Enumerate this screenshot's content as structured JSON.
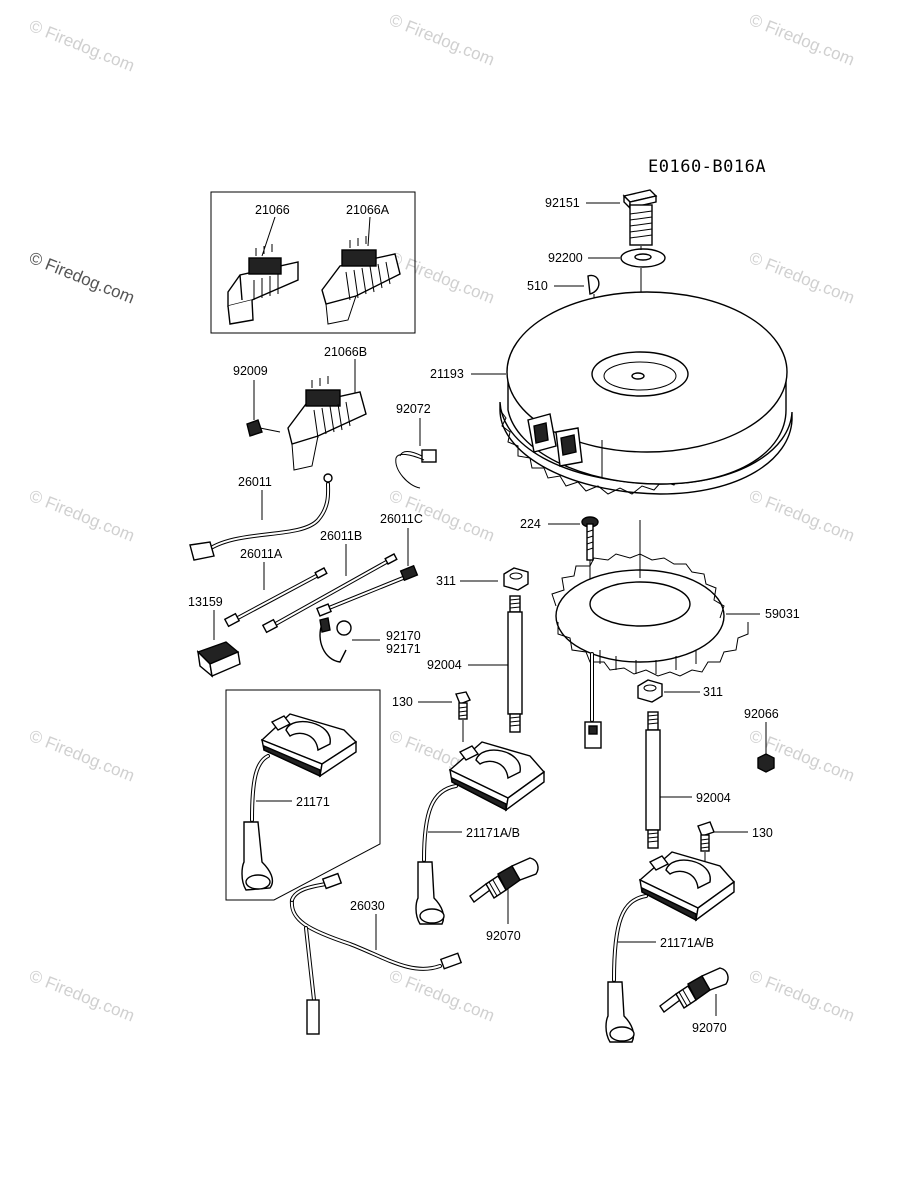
{
  "diagram_code": "E0160-B016A",
  "watermark": {
    "text": "© Firedog.com"
  },
  "parts": {
    "p21066": "21066",
    "p21066A": "21066A",
    "p21066B": "21066B",
    "p92009": "92009",
    "p92072": "92072",
    "p26011": "26011",
    "p26011C": "26011C",
    "p26011B": "26011B",
    "p26011A": "26011A",
    "p13159": "13159",
    "p92170": "92170",
    "p92171": "92171",
    "p92151": "92151",
    "p92200": "92200",
    "p510": "510",
    "p21193": "21193",
    "p224": "224",
    "p311a": "311",
    "p59031": "59031",
    "p92004a": "92004",
    "p130a": "130",
    "p311b": "311",
    "p92066": "92066",
    "p21171": "21171",
    "p21171AB1": "21171A/B",
    "p92004b": "92004",
    "p130b": "130",
    "p26030": "26030",
    "p92070a": "92070",
    "p21171AB2": "21171A/B",
    "p92070b": "92070"
  }
}
